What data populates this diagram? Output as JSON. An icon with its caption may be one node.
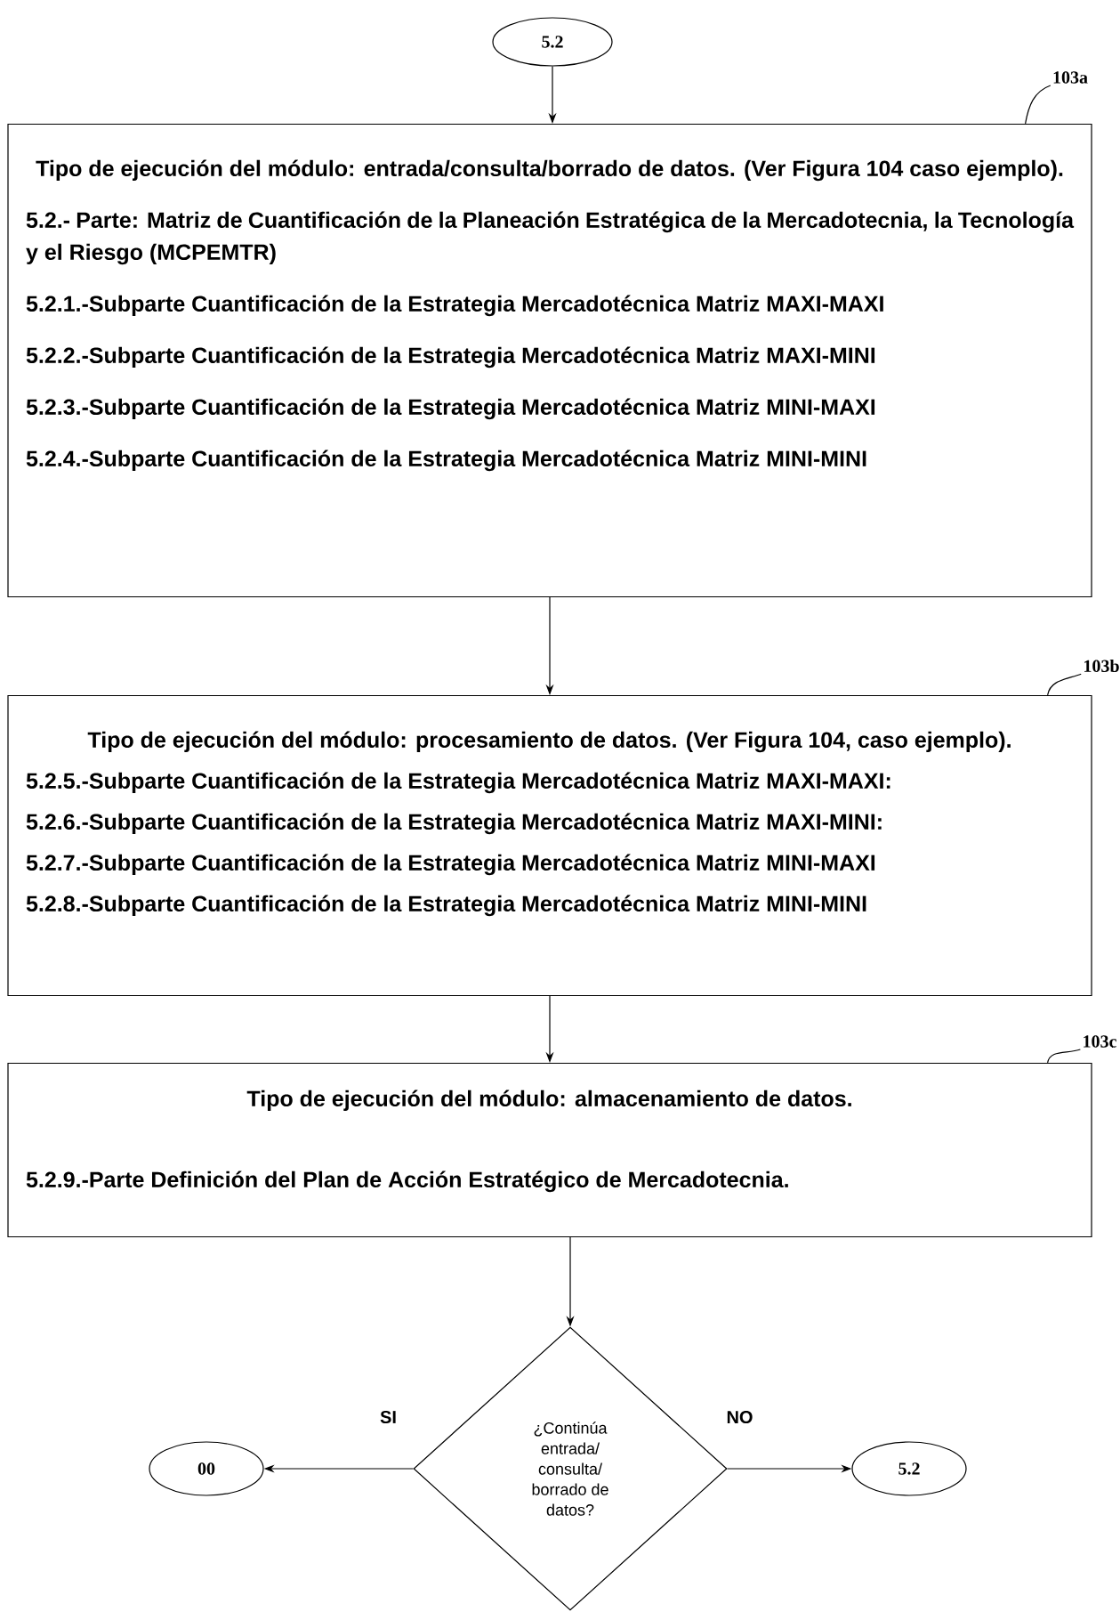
{
  "diagram": {
    "nodes": [
      {
        "text": [
          "5.2"
        ]
      },
      {
        "text": [
          "Tipo de ejecución del módulo: entrada/consulta/borrado de datos. (Ver Figura 104 caso ejemplo).",
          "5.2.- Parte: Matriz de Cuantificación de la Planeación Estratégica de la Mercadotecnia, la Tecnología y el Riesgo (MCPEMTR)",
          "5.2.1.-Subparte Cuantificación de la Estrategia Mercadotécnica Matriz MAXI-MAXI",
          "5.2.2.-Subparte Cuantificación de la Estrategia Mercadotécnica Matriz MAXI-MINI",
          "5.2.3.-Subparte Cuantificación de la Estrategia Mercadotécnica Matriz MINI-MAXI",
          "5.2.4.-Subparte Cuantificación de la Estrategia Mercadotécnica Matriz MINI-MINI"
        ]
      },
      {
        "text": [
          "103a"
        ]
      },
      {
        "text": [
          "Tipo de ejecución del módulo: procesamiento de datos. (Ver Figura 104, caso ejemplo).",
          "5.2.5.-Subparte Cuantificación de la Estrategia Mercadotécnica Matriz MAXI-MAXI:",
          "5.2.6.-Subparte Cuantificación de la Estrategia Mercadotécnica Matriz MAXI-MINI:",
          "5.2.7.-Subparte Cuantificación de la Estrategia Mercadotécnica Matriz MINI-MAXI",
          "5.2.8.-Subparte Cuantificación de la Estrategia Mercadotécnica Matriz MINI-MINI"
        ]
      },
      {
        "text": [
          "103b"
        ]
      },
      {
        "text": [
          "Tipo de ejecución del módulo: almacenamiento de datos.",
          "5.2.9.-Parte Definición del Plan de Acción Estratégico de Mercadotecnia."
        ]
      },
      {
        "text": [
          "103c"
        ]
      },
      {
        "text": [
          "¿Continúa entrada/ consulta/ borrado de datos?"
        ]
      },
      {
        "text": [
          "00"
        ]
      },
      {
        "text": [
          "5.2"
        ]
      }
    ],
    "edges": [
      {
        "from": 0,
        "to": 1,
        "arrow": "to"
      },
      {
        "from": 2,
        "to": 1,
        "arrow": "none"
      },
      {
        "from": 1,
        "to": 3,
        "arrow": "to"
      },
      {
        "from": 4,
        "to": 3,
        "arrow": "none"
      },
      {
        "from": 3,
        "to": 5,
        "arrow": "to"
      },
      {
        "from": 6,
        "to": 5,
        "arrow": "none"
      },
      {
        "from": 5,
        "to": 7,
        "arrow": "to"
      },
      {
        "from": 7,
        "to": 8,
        "arrow": "to",
        "label": "SI"
      },
      {
        "from": 7,
        "to": 9,
        "arrow": "to",
        "label": "NO"
      }
    ]
  }
}
